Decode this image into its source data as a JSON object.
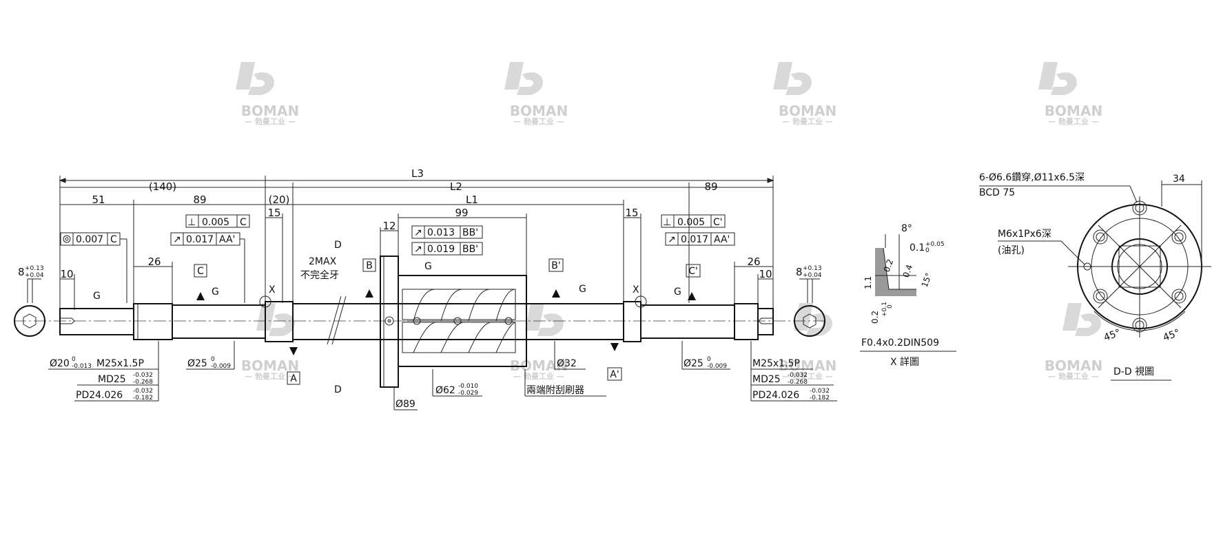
{
  "watermark": {
    "brand": "BOMAN",
    "sub": "— 勃曼工业 —"
  },
  "dims": {
    "L3": "L3",
    "L2": "L2",
    "L1": "L1",
    "d140": "(140)",
    "d51": "51",
    "d89a": "89",
    "d20": "(20)",
    "d15a": "15",
    "d89b": "89",
    "d99": "99",
    "d15b": "15",
    "d12": "12",
    "d26a": "26",
    "d26b": "26",
    "d10a": "10",
    "d10b": "10",
    "tolL": "8",
    "tolL_up": "+0.13",
    "tolL_lo": "+0.04",
    "tolR": "8",
    "tolR_up": "+0.13",
    "tolR_lo": "+0.04"
  },
  "gdt": {
    "conc": "0.007",
    "concRef": "C",
    "perpL": "0.005",
    "perpLRef": "C",
    "runL": "0.017",
    "runLRef": "AA'",
    "perpR": "0.005",
    "perpRRef": "C'",
    "runR": "0.017",
    "runRRef": "AA'",
    "run1": "0.013",
    "run1Ref": "BB'",
    "run2": "0.019",
    "run2Ref": "BB'"
  },
  "labels": {
    "G": "G",
    "X": "X",
    "D": "D",
    "A": "A",
    "A2": "A'",
    "B": "B",
    "B2": "B'",
    "C": "C",
    "C2": "C'",
    "maxNote": "2MAX",
    "incomplete": "不完全牙",
    "phi20": "Ø20",
    "phi20_up": "0",
    "phi20_lo": "-0.013",
    "m25L": "M25x1.5P",
    "md25L": "MD25",
    "md25L_up": "-0.032",
    "md25L_lo": "-0.268",
    "pd24L": "PD24.026",
    "pd24L_up": "-0.032",
    "pd24L_lo": "-0.182",
    "phi25L": "Ø25",
    "phi25L_up": "0",
    "phi25L_lo": "-0.009",
    "phi32": "Ø32",
    "wiper": "兩端附刮刷器",
    "phi62": "Ø62",
    "phi62_up": "-0.010",
    "phi62_lo": "-0.029",
    "phi89": "Ø89",
    "phi25R": "Ø25",
    "phi25R_up": "0",
    "phi25R_lo": "-0.009",
    "m25R": "M25x1.5P",
    "md25R": "MD25",
    "md25R_up": "-0.032",
    "md25R_lo": "-0.268",
    "pd24R": "PD24.026",
    "pd24R_up": "-0.032",
    "pd24R_lo": "-0.182"
  },
  "detailX": {
    "angle8": "8°",
    "groove": "0.1",
    "groove_up": "+0.05",
    "groove_lo": "0",
    "r04": "0.4",
    "r02": "0.2",
    "r02b": "0.2",
    "tol_up": "+0.1",
    "tol_lo": "0",
    "h11": "1.1",
    "angle15": "15°",
    "spec": "F0.4x0.2DIN509",
    "title": "X 詳圖"
  },
  "viewDD": {
    "holes": "6-Ø6.6鑽穿,Ø11x6.5深",
    "bcd": "BCD 75",
    "d34": "34",
    "oil": "M6x1Px6深",
    "oilNote": "(油孔)",
    "a45a": "45°",
    "a45b": "45°",
    "title": "D-D 視圖"
  }
}
